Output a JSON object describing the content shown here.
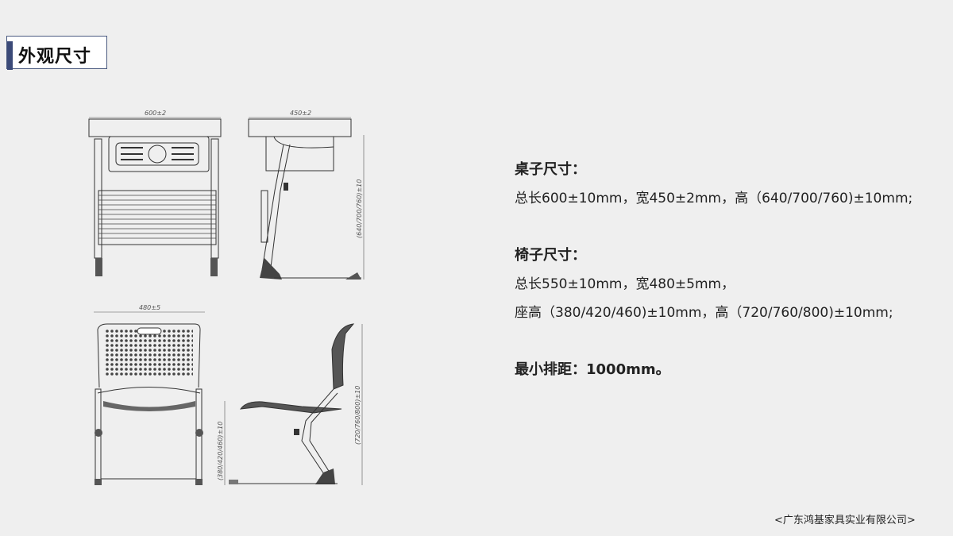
{
  "title": "外观尺寸",
  "drawings": {
    "desk_width_label": "600±2",
    "desk_depth_label": "450±2",
    "desk_height_label": "(640/700/760)±10",
    "chair_width_label": "480±5",
    "chair_seat_height_label": "(380/420/460)±10",
    "chair_height_label": "(720/760/800)±10"
  },
  "specs": {
    "desk_heading": "桌子尺寸：",
    "desk_line": "总长600±10mm，宽450±2mm，高（640/700/760)±10mm;",
    "chair_heading": "椅子尺寸：",
    "chair_line1": "总长550±10mm，宽480±5mm，",
    "chair_line2": "座高（380/420/460)±10mm，高（720/760/800)±10mm;",
    "min_spacing": "最小排距：1000mm。"
  },
  "footer": "<广东鸿基家具实业有限公司>",
  "colors": {
    "accent": "#3b4a78",
    "background": "#efefef"
  }
}
